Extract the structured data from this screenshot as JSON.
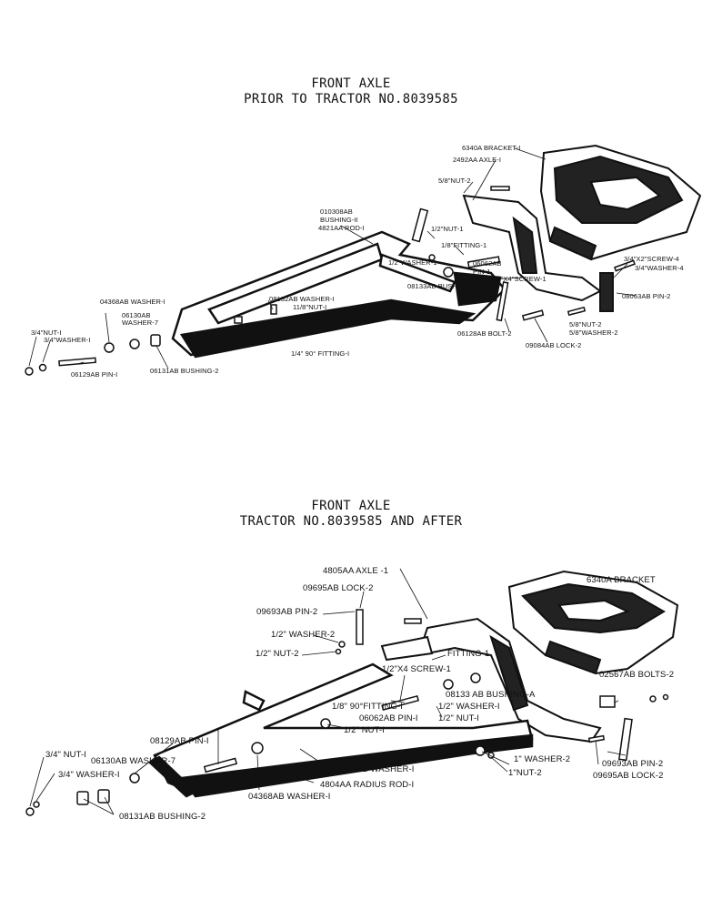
{
  "diagram1": {
    "title_line1": "FRONT AXLE",
    "title_line2": "PRIOR TO TRACTOR NO.8039585",
    "labels": {
      "bracket": "6340A BRACKET-I",
      "axle": "2492AA AXLE-I",
      "nut58top": "5/8\"NUT-2",
      "bushing1a": "010308AB",
      "bushing1b": "BUSHING-II",
      "rod": "4821AA ROD-I",
      "nut12": "1/2\"NUT-1",
      "fitting18": "1/8\"FITTING-1",
      "washer12": "1/2\"WASHER-1",
      "pin1a": "06062AB",
      "pin1b": "PIN-1",
      "bushing2r": "08133AB BUSHING-2",
      "screw1": "1/2\"X4\"SCREW-1",
      "screw34": "3/4\"X2\"SCREW-4",
      "washer34": "3/4\"WASHER-4",
      "pin2": "08063AB PIN-2",
      "washer132": "08132AB WASHER-I",
      "nut118": "11/8\"NUT-I",
      "washer04368": "04368AB WASHER-I",
      "washer06130a": "06130AB",
      "washer06130b": "WASHER-7",
      "nut34": "3/4\"NUT-I",
      "washer34l": "3/4\"WASHER-I",
      "pin06129": "06129AB PIN-I",
      "bushing06131": "06131AB BUSHING-2",
      "fitting90": "1/4\" 90° FITTING-I",
      "bolt": "06128AB BOLT-2",
      "lock": "09084AB LOCK-2",
      "nut58b": "5/8\"NUT-2",
      "washer58b": "5/8\"WASHER-2"
    }
  },
  "diagram2": {
    "title_line1": "FRONT AXLE",
    "title_line2": "TRACTOR NO.8039585 AND AFTER",
    "labels": {
      "axle": "4805AA AXLE -1",
      "bracket": "6340A BRACKET",
      "lock2": "09695AB LOCK-2",
      "pin2": "09693AB PIN-2",
      "washer2": "1/2\" WASHER-2",
      "nut2": "1/2\" NUT-2",
      "fitting1": "FITTING-1",
      "screw": "1/2\"X4 SCREW-1",
      "bushing": "08133 AB BUSHING-A",
      "bolts": "02567AB BOLTS-2",
      "fitting90": "1/8\" 90°FITTING-I",
      "pin1": "06062AB PIN-I",
      "washer1r": "1/2\" WASHER-I",
      "nut1r": "1/2\" NUT-I",
      "nut1c": "1/2\" NUT-I",
      "pin129": "08129AB PIN-I",
      "washer130": "06130AB WASHER-7",
      "washer132": "06132AB WASHER-I",
      "washer1b": "1\" WASHER-2",
      "nut1b": "1\"NUT-2",
      "pin2b": "09693AB PIN-2",
      "lock2b": "09695AB LOCK-2",
      "nut34": "3/4\" NUT-I",
      "washer34": "3/4\" WASHER-I",
      "radius": "4804AA RADIUS ROD-I",
      "washer04368": "04368AB WASHER-I",
      "bushing131": "08131AB BUSHING-2"
    }
  }
}
